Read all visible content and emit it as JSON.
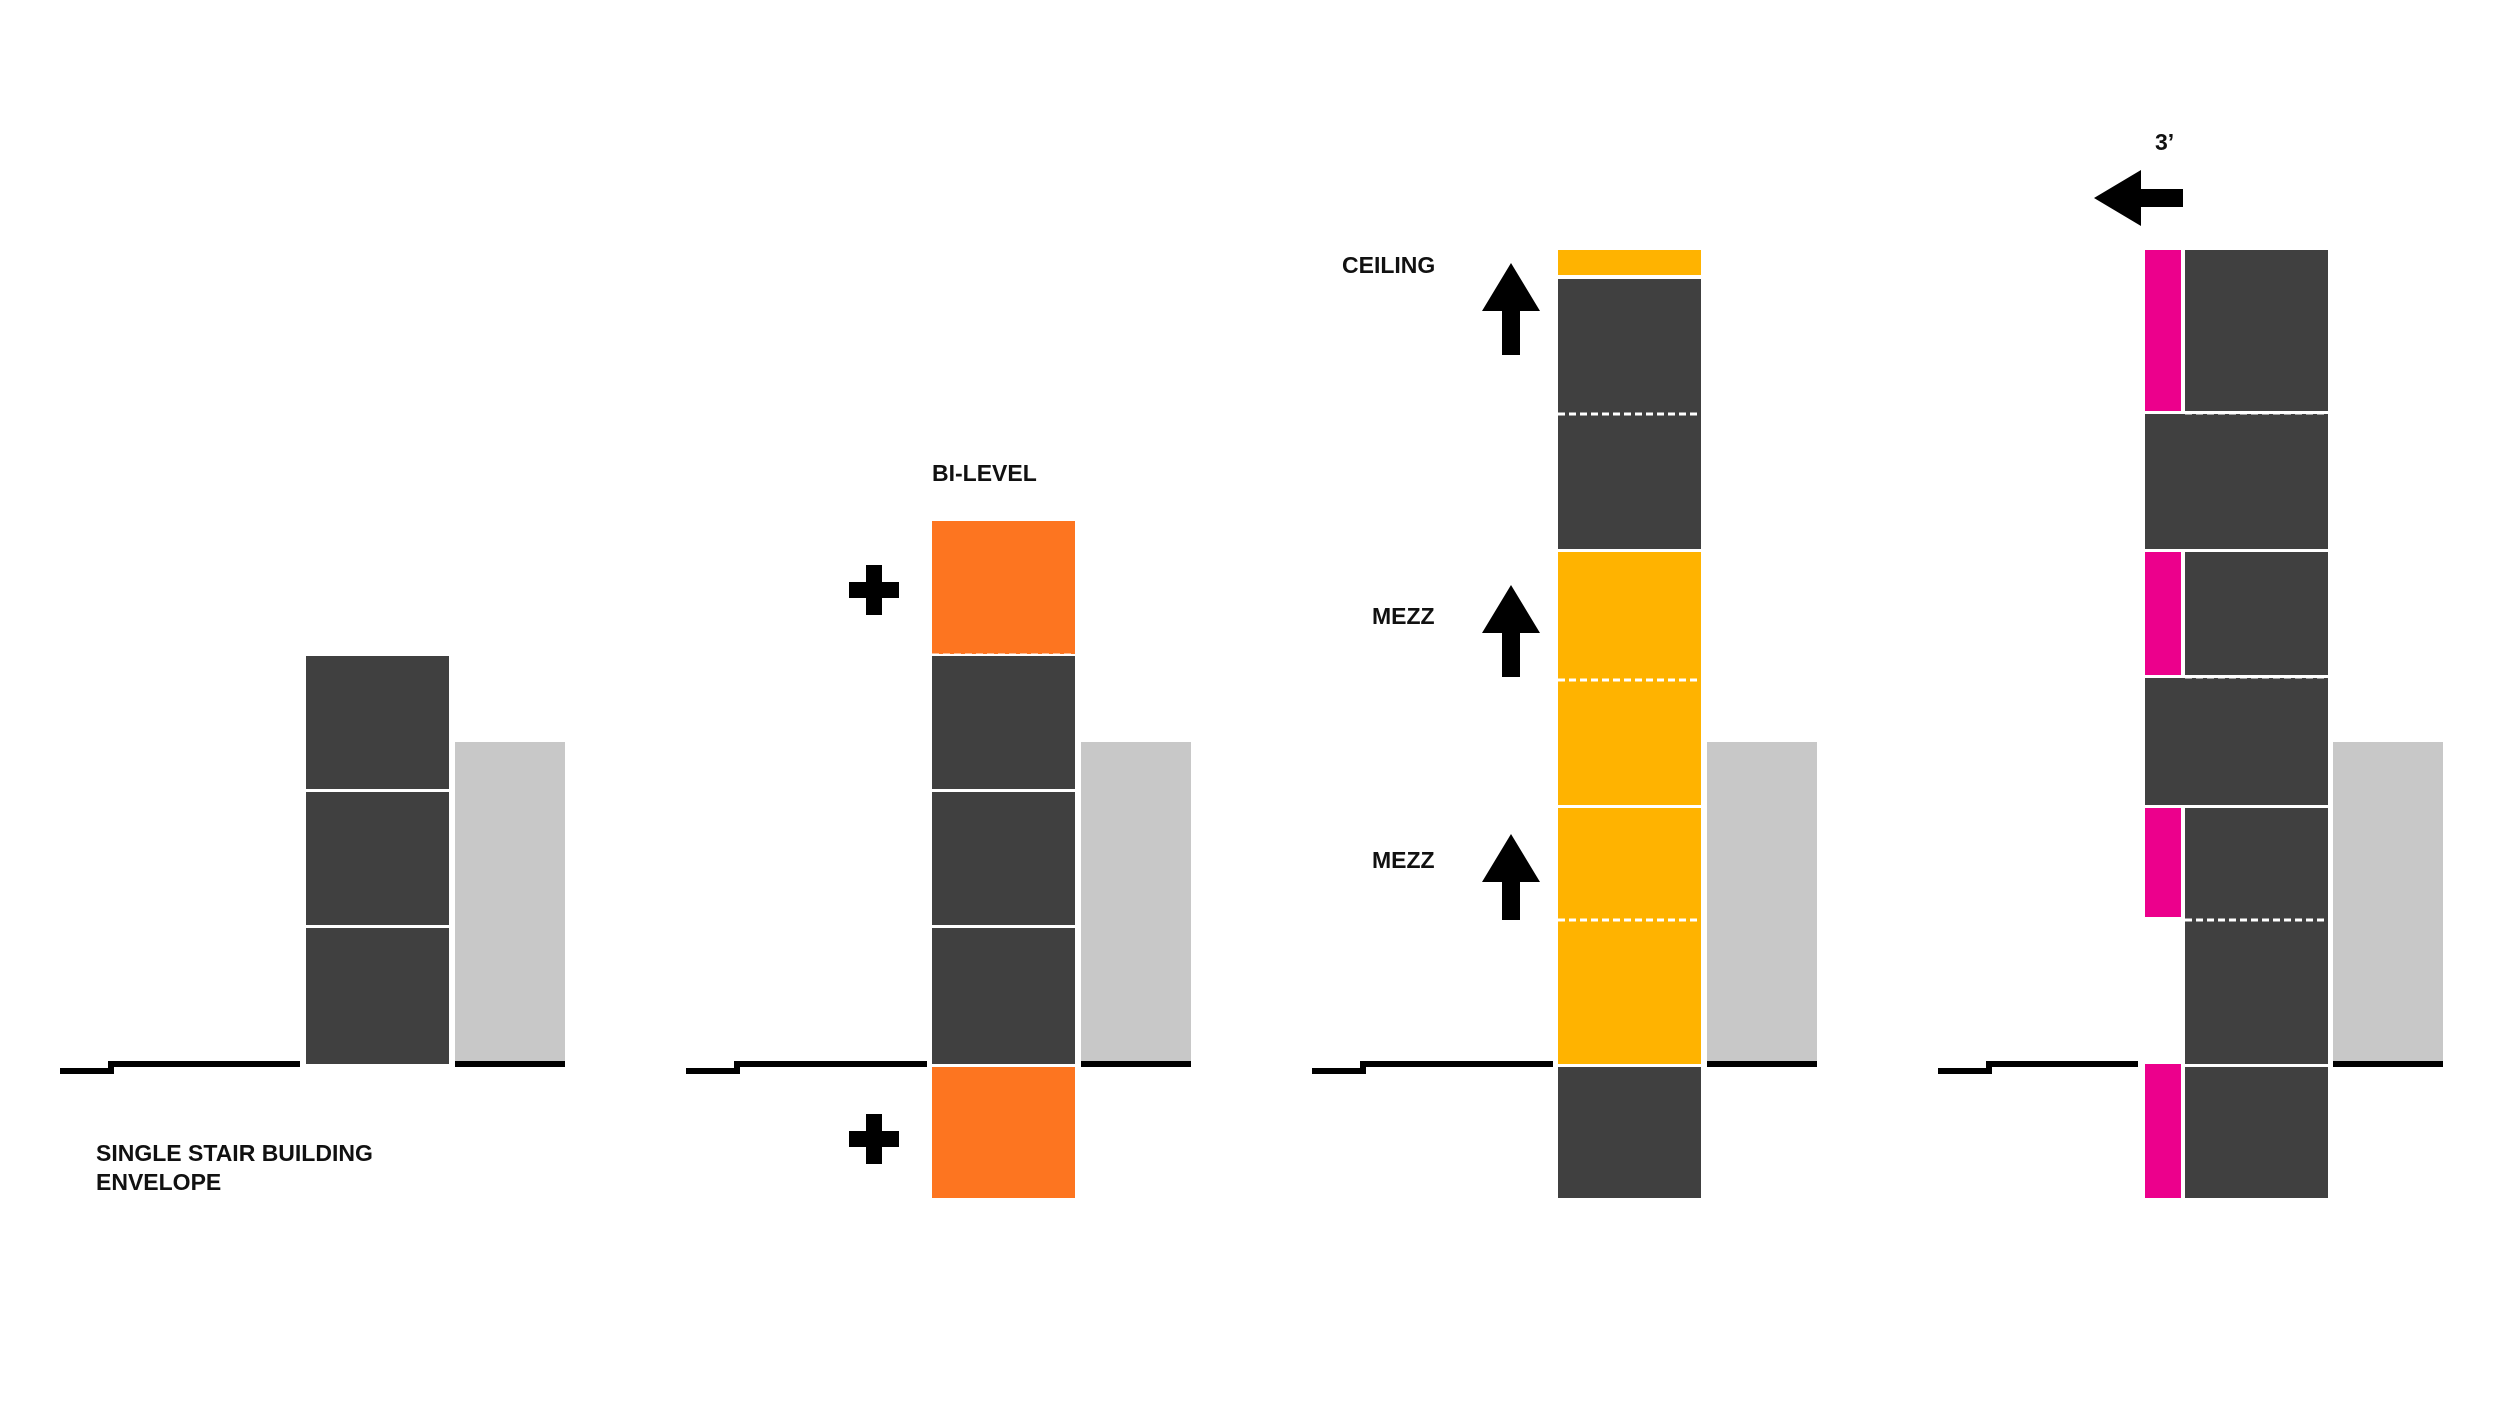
{
  "colors": {
    "block": "#404040",
    "neighbor": "#c8c8c8",
    "orange": "#fd7520",
    "yellow": "#ffb300",
    "magenta": "#ec008c",
    "ground": "#000000"
  },
  "icons": [
    "plus-icon",
    "arrow-up-icon",
    "arrow-left-icon"
  ],
  "panel1": {
    "caption_line1": "SINGLE STAIR BUILDING",
    "caption_line2": "ENVELOPE"
  },
  "panel2": {
    "label": "BI-LEVEL"
  },
  "panel3": {
    "ceiling_label": "CEILING",
    "mezz_upper_label": "MEZZ",
    "mezz_lower_label": "MEZZ"
  },
  "panel4": {
    "dimension_label": "3’"
  }
}
